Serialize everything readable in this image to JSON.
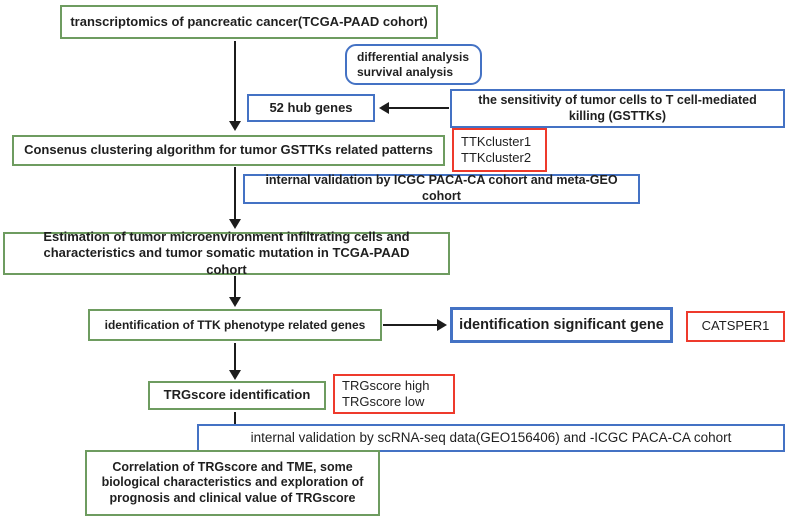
{
  "diagram": {
    "type": "study-workflow-flowchart",
    "colors": {
      "box_border_green": "#6e9c60",
      "box_border_blue": "#4472c4",
      "box_border_red": "#ee3a2c",
      "arrow": "#1c1c1c",
      "text": "#1f1f1f",
      "background": "#ffffff"
    },
    "nodes": {
      "transcriptomics": {
        "label": "transcriptomics of pancreatic cancer(TCGA-PAAD cohort)"
      },
      "analysis_methods": {
        "line1": "differential analysis",
        "line2": "survival analysis"
      },
      "hub_genes": {
        "label": "52 hub genes"
      },
      "gsttks": {
        "label": "the sensitivity of tumor cells to T cell-mediated killing (GSTTKs)"
      },
      "consensus": {
        "label": "Consenus clustering algorithm for tumor GSTTKs related patterns"
      },
      "ttk_clusters": {
        "line1": "TTKcluster1",
        "line2": "TTKcluster2"
      },
      "validation_icgc": {
        "label": "internal validation by ICGC PACA-CA cohort and meta-GEO cohort"
      },
      "estimation": {
        "label": "Estimation of tumor microenvironment infiltrating cells and characteristics and tumor somatic mutation in TCGA-PAAD cohort"
      },
      "ttk_phenotype_genes": {
        "label": "identification of TTK phenotype related genes"
      },
      "significant_gene": {
        "label": "identification significant gene"
      },
      "catsper1": {
        "label": "CATSPER1"
      },
      "trgscore_identification": {
        "label": "TRGscore identification"
      },
      "trgscore_groups": {
        "line1": "TRGscore high",
        "line2": "TRGscore low"
      },
      "validation_scrna": {
        "label": "internal validation by scRNA-seq data(GEO156406) and -ICGC PACA-CA cohort"
      },
      "correlation": {
        "label": "Correlation of TRGscore and TME, some biological characteristics and exploration of prognosis and clinical value of TRGscore"
      }
    }
  }
}
